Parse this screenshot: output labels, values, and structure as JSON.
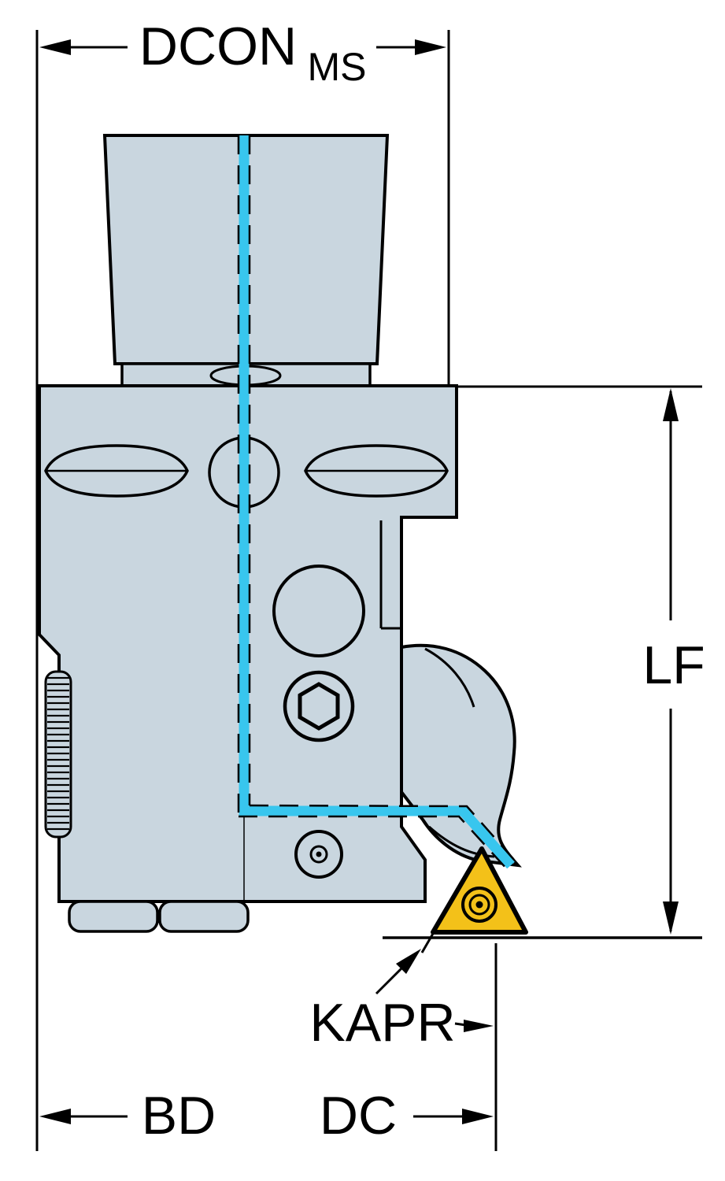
{
  "figure": {
    "labels": {
      "dcon": "DCON",
      "dcon_subscript": "MS",
      "lf": "LF",
      "kapr": "KAPR",
      "bd": "BD",
      "dc": "DC"
    },
    "colors": {
      "background": "#ffffff",
      "outline": "#000000",
      "body_fill": "#c9d6df",
      "coolant_fill": "#38c6ee",
      "insert_fill": "#f3c119"
    }
  }
}
